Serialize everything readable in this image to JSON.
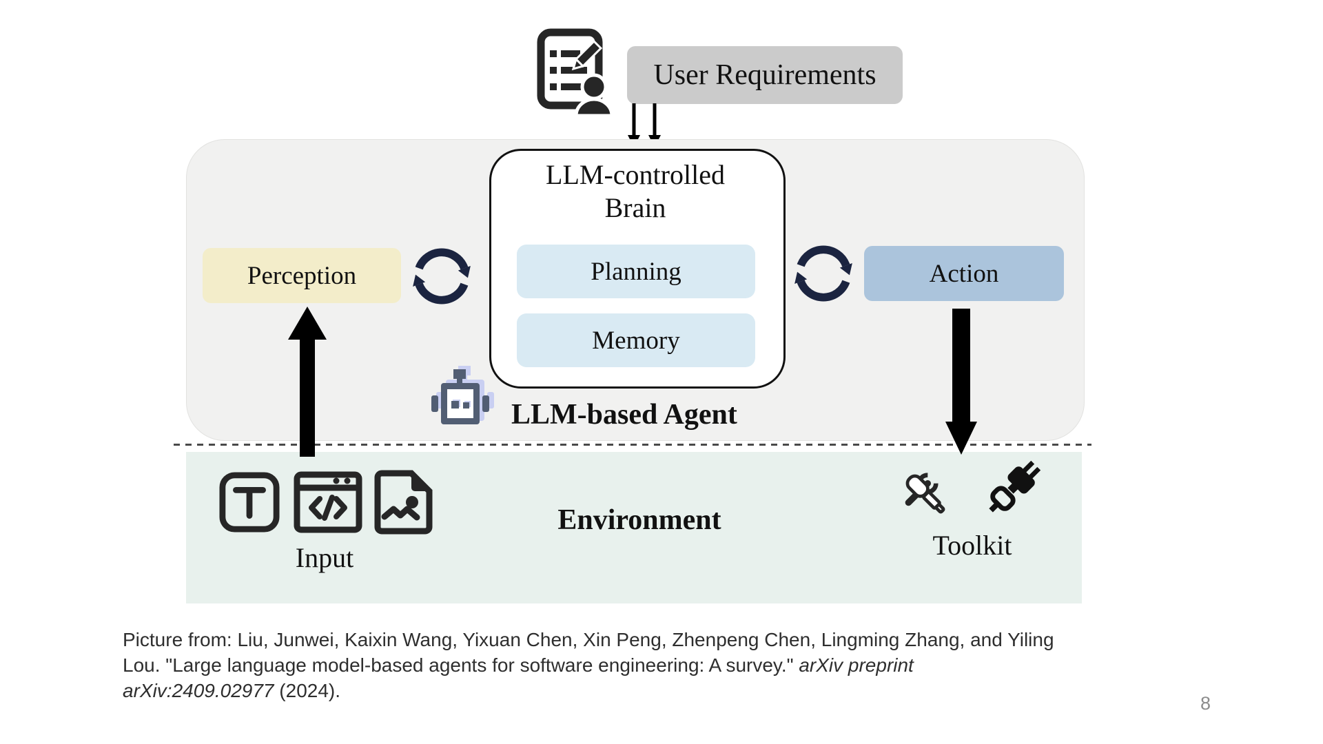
{
  "slide": {
    "page_number": "8"
  },
  "diagram": {
    "user_requirements_label": "User Requirements",
    "brain_line1": "LLM-controlled",
    "brain_line2": "Brain",
    "planning_label": "Planning",
    "memory_label": "Memory",
    "perception_label": "Perception",
    "action_label": "Action",
    "agent_label": "LLM-based Agent",
    "environment_label": "Environment",
    "input_label": "Input",
    "toolkit_label": "Toolkit",
    "icons": {
      "requirements": "document-checklist-pencil-user",
      "cycle_left": "circular-arrows-cycle",
      "cycle_right": "circular-arrows-cycle",
      "robot": "robot-head",
      "input_text": "text-T-square",
      "input_code": "browser-code-window",
      "input_image": "image-file",
      "toolkit_tools": "crossed-screwdriver-wrench",
      "toolkit_plug": "power-plug"
    },
    "colors": {
      "agent_container_bg": "#f1f1f0",
      "environment_bg": "#e8f1ed",
      "user_requirements_bg": "#cbcbcb",
      "perception_bg": "#f3edca",
      "action_bg": "#abc4dc",
      "planning_memory_bg": "#d9eaf3",
      "cycle_icon": "#1b2440",
      "robot_main": "#525e73",
      "robot_shadow": "#c9cff2",
      "arrow": "#000000"
    }
  },
  "caption": {
    "line1": "Picture from: Liu, Junwei, Kaixin Wang, Yixuan Chen, Xin Peng, Zhenpeng Chen, Lingming Zhang, and Yiling",
    "line2_text": "Lou. \"Large language model-based agents for software engineering: A survey.\" ",
    "line2_italic": "arXiv preprint",
    "line3_italic": "arXiv:2409.02977",
    "line3_text": " (2024)."
  }
}
